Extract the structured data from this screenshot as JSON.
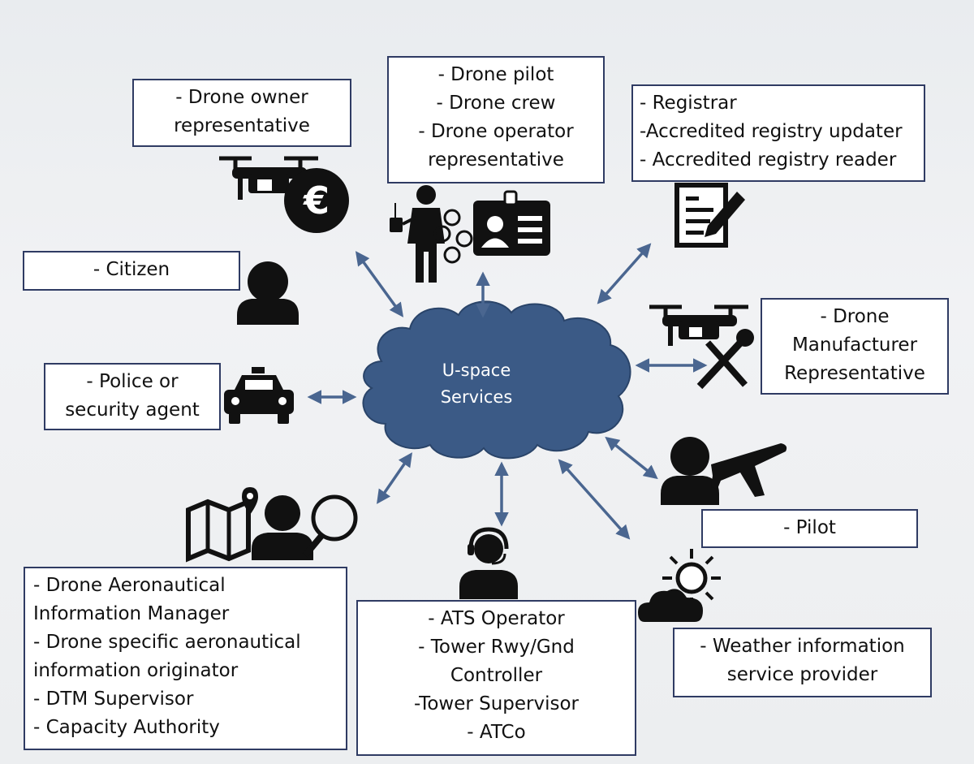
{
  "cloud": {
    "lines": [
      "U-space",
      "Services"
    ]
  },
  "actors": {
    "drone_owner": {
      "lines": [
        "- Drone owner",
        "representative"
      ]
    },
    "drone_pilot_group": {
      "lines": [
        "- Drone pilot",
        "- Drone crew",
        "- Drone operator",
        "representative"
      ]
    },
    "registrar_group": {
      "lines": [
        "- Registrar",
        "-Accredited registry updater",
        "- Accredited registry reader"
      ]
    },
    "citizen": {
      "lines": [
        "- Citizen"
      ]
    },
    "drone_manufacturer": {
      "lines": [
        "- Drone",
        "Manufacturer",
        "Representative"
      ]
    },
    "police": {
      "lines": [
        "- Police or",
        "security agent"
      ]
    },
    "pilot": {
      "lines": [
        "- Pilot"
      ]
    },
    "aeronautical_info": {
      "lines": [
        "- Drone Aeronautical",
        "Information Manager",
        "- Drone specific aeronautical",
        "information originator",
        "- DTM Supervisor",
        "- Capacity Authority"
      ]
    },
    "ats_group": {
      "lines": [
        "- ATS Operator",
        "- Tower Rwy/Gnd",
        "Controller",
        "-Tower Supervisor",
        "- ATCo"
      ]
    },
    "weather": {
      "lines": [
        "- Weather information",
        "service provider"
      ]
    }
  },
  "icons": [
    "drone-money-icon",
    "pilot-drones-badge-icon",
    "registry-document-icon",
    "citizen-person-icon",
    "drone-tools-icon",
    "police-car-icon",
    "pilot-airplane-icon",
    "map-search-person-icon",
    "controller-headset-icon",
    "weather-sun-cloud-icon"
  ],
  "colors": {
    "cloud_fill": "#3b5a86",
    "cloud_stroke": "#2a4469",
    "arrow": "#4a6690",
    "box_border": "#2f3b63"
  }
}
